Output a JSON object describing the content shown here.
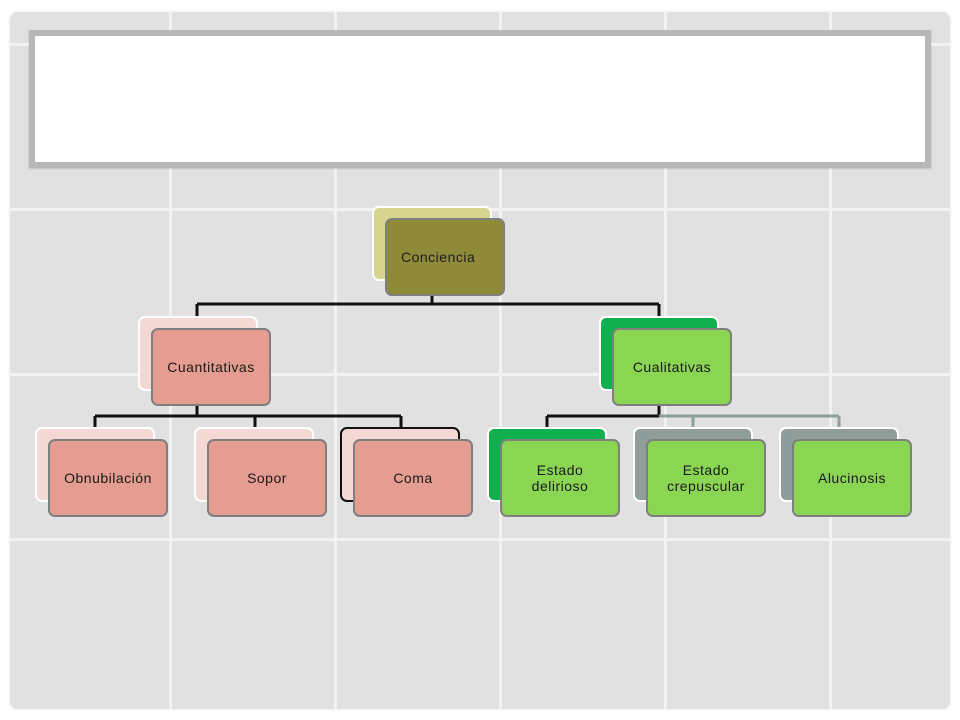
{
  "diagram": {
    "root": {
      "label": "Conciencia"
    },
    "branches": [
      {
        "label": "Cuantitativas",
        "children": [
          "Obnubilación",
          "Sopor",
          "Coma"
        ]
      },
      {
        "label": "Cualitativas",
        "children": [
          "Estado delirioso",
          "Estado crepuscular",
          "Alucinosis"
        ]
      }
    ]
  },
  "colors": {
    "root": "#8e8a38",
    "quantitative": "#e59c91",
    "qualitative": "#8ad653",
    "connector": "#111111",
    "connector_light": "#8f9e9b"
  }
}
